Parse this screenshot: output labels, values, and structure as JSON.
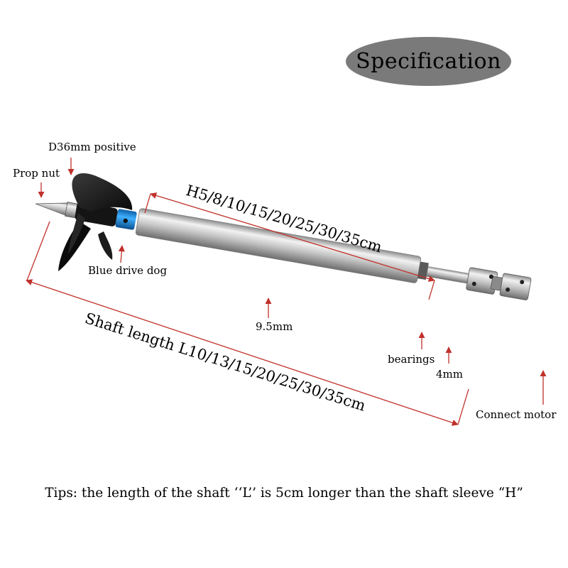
{
  "header": {
    "title": "Specification"
  },
  "labels": {
    "prop_diameter": "D36mm positive",
    "prop_nut": "Prop nut",
    "drive_dog": "Blue drive dog",
    "sleeve_length": "H5/8/10/15/20/25/30/35cm",
    "sleeve_diameter": "9.5mm",
    "shaft_length": "Shaft length L10/13/15/20/25/30/35cm",
    "bearings": "bearings",
    "shaft_diameter": "4mm",
    "connect_motor": "Connect motor"
  },
  "footer": {
    "tips": "Tips: the length of the shaft ‘‘L’’ is 5cm longer than the shaft sleeve “H”"
  },
  "colors": {
    "arrow": "#c0302a",
    "badge": "#7a7a7a",
    "drive_dog": "#1e90e0",
    "steel": "#b8b8b8"
  }
}
